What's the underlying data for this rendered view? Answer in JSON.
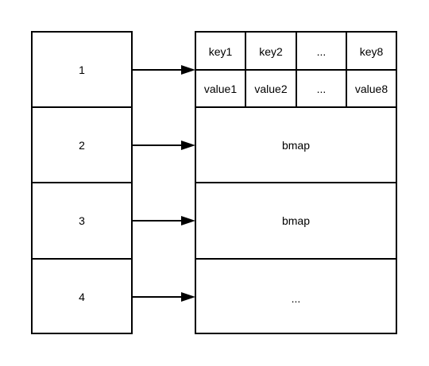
{
  "index_cells": [
    "1",
    "2",
    "3",
    "4"
  ],
  "leaf_node": {
    "keys": [
      "key1",
      "key2",
      "...",
      "key8"
    ],
    "values": [
      "value1",
      "value2",
      "...",
      "value8"
    ]
  },
  "targets": [
    "bmap",
    "bmap",
    "..."
  ]
}
